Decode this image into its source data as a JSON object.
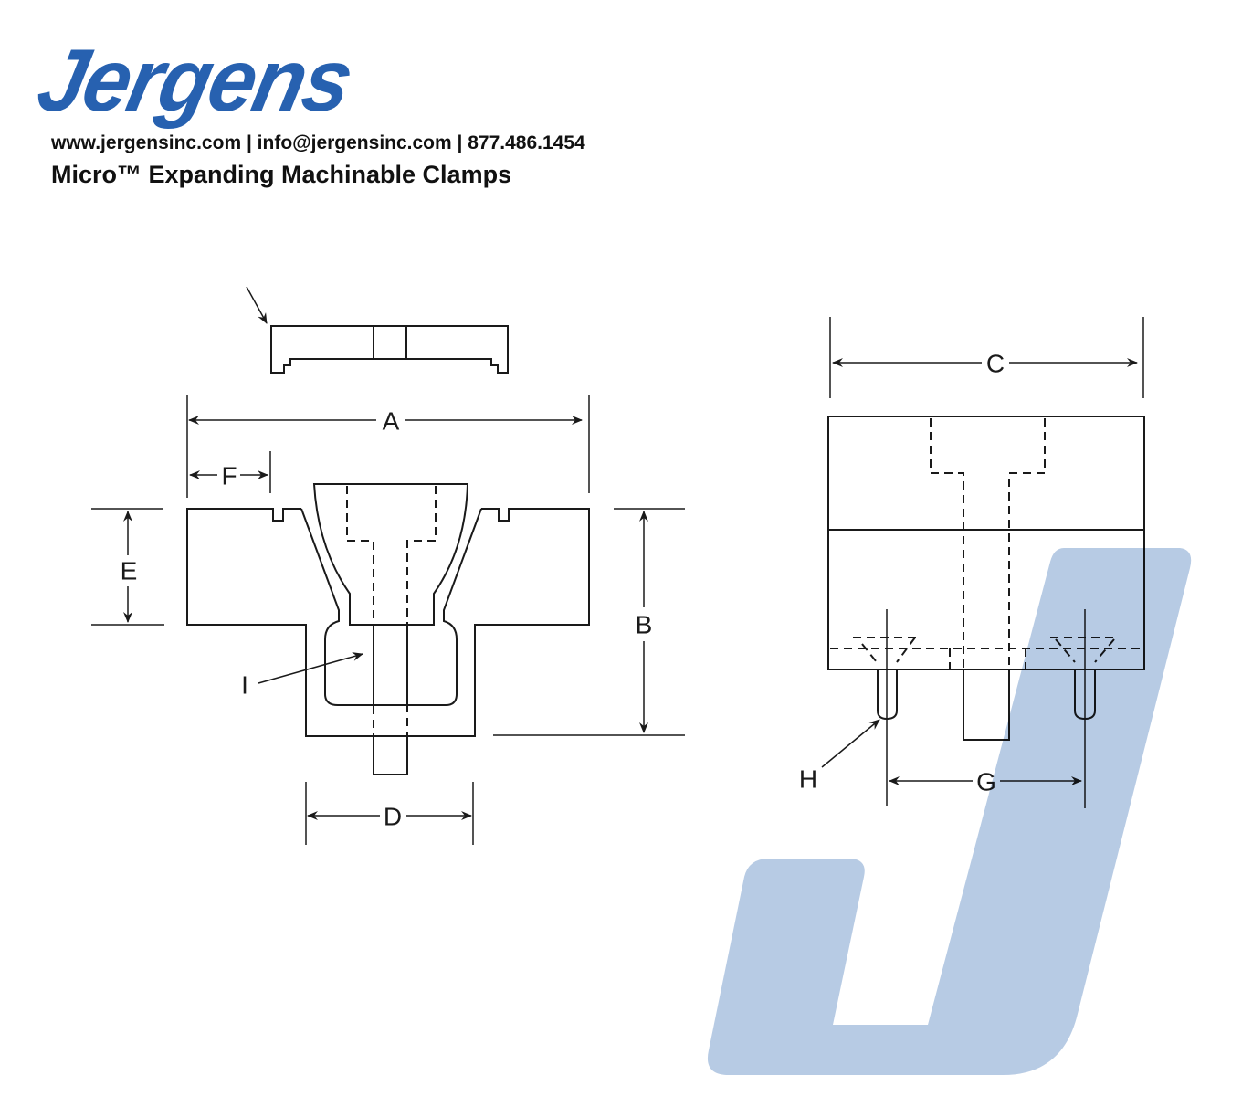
{
  "brand": {
    "logo_text": "Jergens",
    "color": "#2761b0"
  },
  "header": {
    "contact": "www.jergensinc.com | info@jergensinc.com | 877.486.1454",
    "title": "Micro™ Expanding Machinable Clamps"
  },
  "diagram": {
    "labels": {
      "A": "A",
      "B": "B",
      "C": "C",
      "D": "D",
      "E": "E",
      "F": "F",
      "G": "G",
      "H": "H",
      "I": "I"
    },
    "watermark_color": "#b7cbe4"
  }
}
